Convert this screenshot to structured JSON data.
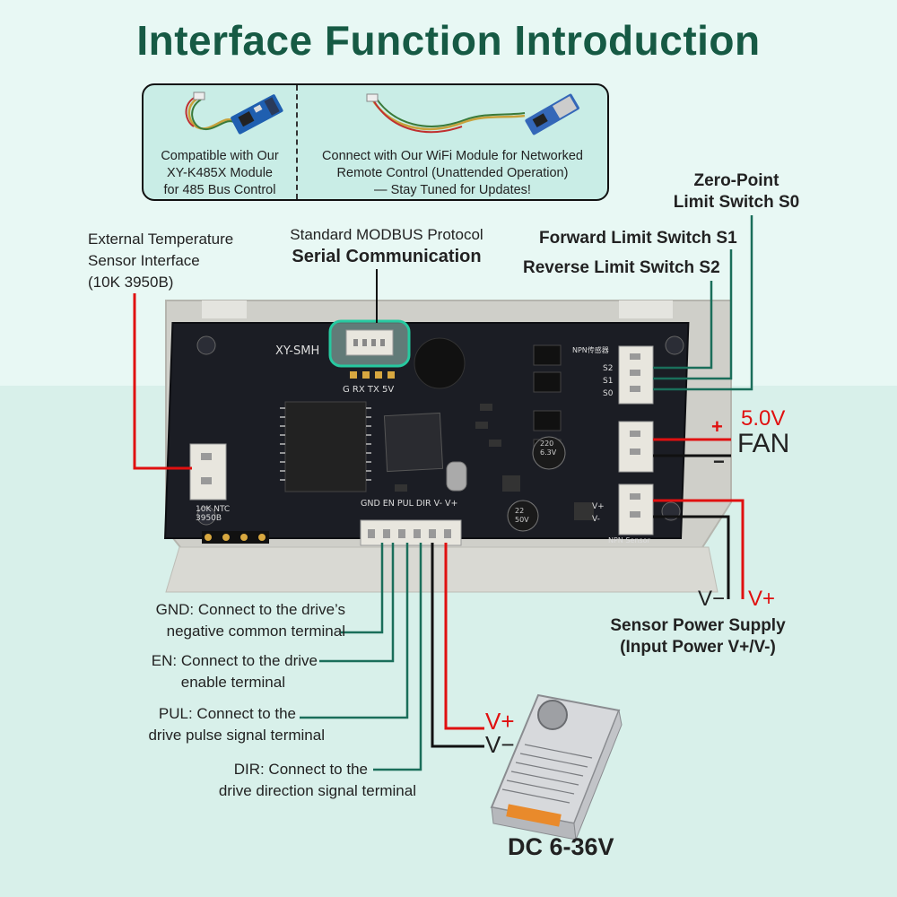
{
  "title": "Interface Function Introduction",
  "modules": {
    "rs485": "Compatible with Our XY-K485X Module for 485 Bus Control",
    "rs485_lines": [
      "Compatible with Our",
      "XY-K485X Module",
      "for 485 Bus Control"
    ],
    "wifi_lines": [
      "Connect with Our WiFi Module for Networked",
      "Remote Control (Unattended Operation)",
      "— Stay Tuned for Updates!"
    ]
  },
  "serial": {
    "line1": "Standard MODBUS Protocol",
    "line2": "Serial Communication"
  },
  "temp_sensor": [
    "External Temperature",
    "Sensor Interface",
    "(10K 3950B)"
  ],
  "limits": {
    "s0": [
      "Zero-Point",
      "Limit Switch S0"
    ],
    "s1": "Forward Limit Switch S1",
    "s2": "Reverse Limit Switch S2"
  },
  "fan": {
    "voltage": "5.0V",
    "label": "FAN",
    "plus": "+",
    "minus": "−"
  },
  "sensor_power": {
    "vminus": "V−",
    "vplus": "V+",
    "line1": "Sensor Power Supply",
    "line2": "(Input Power V+/V-)"
  },
  "drive": {
    "gnd": [
      "GND: Connect to the drive’s",
      "negative common terminal"
    ],
    "en": [
      "EN: Connect to the drive",
      "enable terminal"
    ],
    "pul": [
      "PUL: Connect to the",
      "drive pulse signal terminal"
    ],
    "dir": [
      "DIR: Connect to the",
      "drive direction signal terminal"
    ]
  },
  "power": {
    "vplus": "V+",
    "vminus": "V−",
    "label": "DC 6-36V"
  },
  "board": {
    "brand": "XY-SMH",
    "uart_pins": "G  RX  TX  5V",
    "ctrl_pins": "GND EN PUL DIR V- V+",
    "ntc": [
      "10K NTC",
      "3950B"
    ],
    "npn_top": "NPN传感器",
    "npn_bottom": "NPN Sensor",
    "cap1": [
      "220",
      "6.3V"
    ],
    "cap2": [
      "22",
      "50V"
    ],
    "limit_pins": [
      "S2",
      "S1",
      "S0"
    ],
    "sensor_pins": [
      "V+",
      "V-"
    ]
  },
  "colors": {
    "title": "#165a44",
    "accent_teal": "#1a6e5a",
    "red": "#e01010",
    "black": "#111111",
    "pcb": "#1b1d24"
  }
}
